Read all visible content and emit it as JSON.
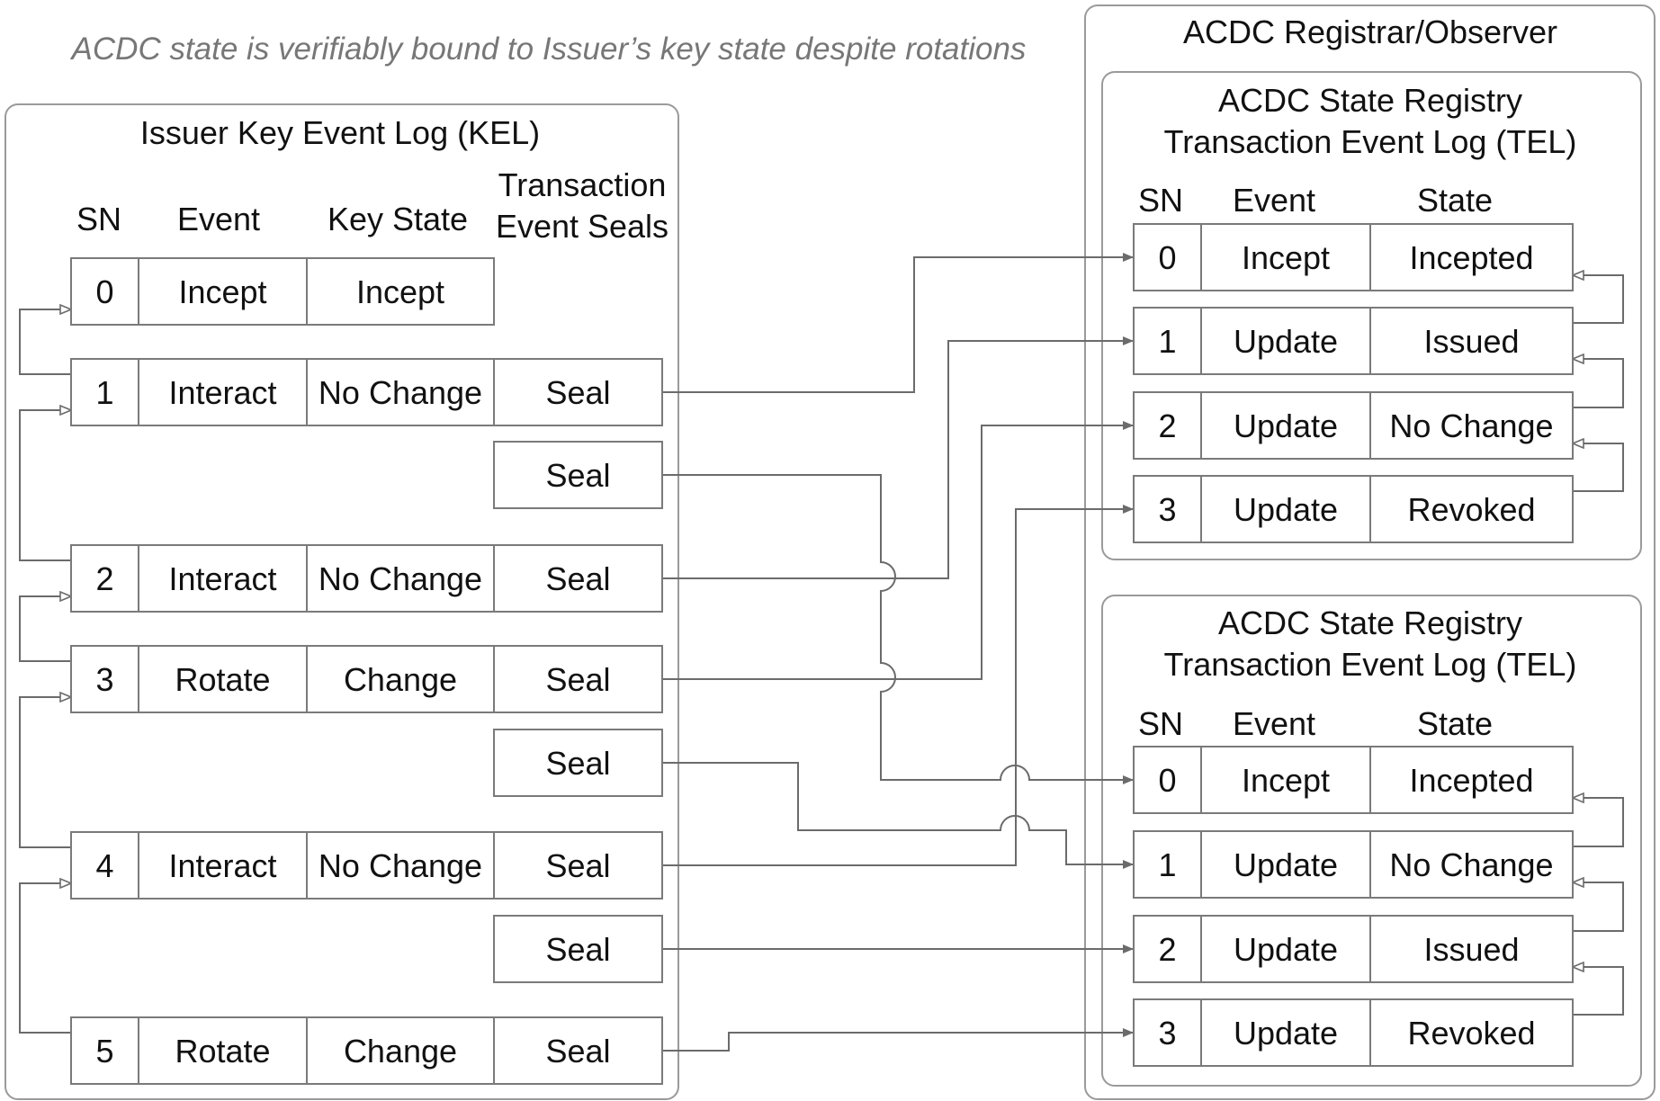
{
  "caption": "ACDC state is verifiably bound to Issuer’s key state despite rotations",
  "kel": {
    "title": "Issuer Key Event Log (KEL)",
    "headers": {
      "sn": "SN",
      "event": "Event",
      "key_state": "Key State",
      "seals_line1": "Transaction",
      "seals_line2": "Event Seals"
    },
    "rows": [
      {
        "sn": "0",
        "event": "Incept",
        "key_state": "Incept",
        "seals": []
      },
      {
        "sn": "1",
        "event": "Interact",
        "key_state": "No Change",
        "seals": [
          "Seal",
          "Seal"
        ]
      },
      {
        "sn": "2",
        "event": "Interact",
        "key_state": "No Change",
        "seals": [
          "Seal"
        ]
      },
      {
        "sn": "3",
        "event": "Rotate",
        "key_state": "Change",
        "seals": [
          "Seal",
          "Seal"
        ]
      },
      {
        "sn": "4",
        "event": "Interact",
        "key_state": "No Change",
        "seals": [
          "Seal",
          "Seal"
        ]
      },
      {
        "sn": "5",
        "event": "Rotate",
        "key_state": "Change",
        "seals": [
          "Seal"
        ]
      }
    ]
  },
  "observer": {
    "title": "ACDC Registrar/Observer",
    "registries": [
      {
        "title_line1": "ACDC State Registry",
        "title_line2": "Transaction Event Log (TEL)",
        "headers": {
          "sn": "SN",
          "event": "Event",
          "state": "State"
        },
        "rows": [
          {
            "sn": "0",
            "event": "Incept",
            "state": "Incepted"
          },
          {
            "sn": "1",
            "event": "Update",
            "state": "Issued"
          },
          {
            "sn": "2",
            "event": "Update",
            "state": "No Change"
          },
          {
            "sn": "3",
            "event": "Update",
            "state": "Revoked"
          }
        ]
      },
      {
        "title_line1": "ACDC State Registry",
        "title_line2": "Transaction Event Log (TEL)",
        "headers": {
          "sn": "SN",
          "event": "Event",
          "state": "State"
        },
        "rows": [
          {
            "sn": "0",
            "event": "Incept",
            "state": "Incepted"
          },
          {
            "sn": "1",
            "event": "Update",
            "state": "No Change"
          },
          {
            "sn": "2",
            "event": "Update",
            "state": "Issued"
          },
          {
            "sn": "3",
            "event": "Update",
            "state": "Revoked"
          }
        ]
      }
    ]
  },
  "seal_links": [
    {
      "from": "kel-1-seal-0",
      "to": "tel-0-row-0"
    },
    {
      "from": "kel-1-seal-1",
      "to": "tel-1-row-0"
    },
    {
      "from": "kel-2-seal-0",
      "to": "tel-0-row-1"
    },
    {
      "from": "kel-3-seal-0",
      "to": "tel-0-row-2"
    },
    {
      "from": "kel-3-seal-1",
      "to": "tel-1-row-1"
    },
    {
      "from": "kel-4-seal-0",
      "to": "tel-0-row-3"
    },
    {
      "from": "kel-4-seal-1",
      "to": "tel-1-row-2"
    },
    {
      "from": "kel-5-seal-0",
      "to": "tel-1-row-3"
    }
  ],
  "colors": {
    "frame": "#9a9a9a",
    "cell": "#7a7a7a",
    "wire": "#6b6b6b",
    "caption": "#777777",
    "text": "#111111"
  }
}
